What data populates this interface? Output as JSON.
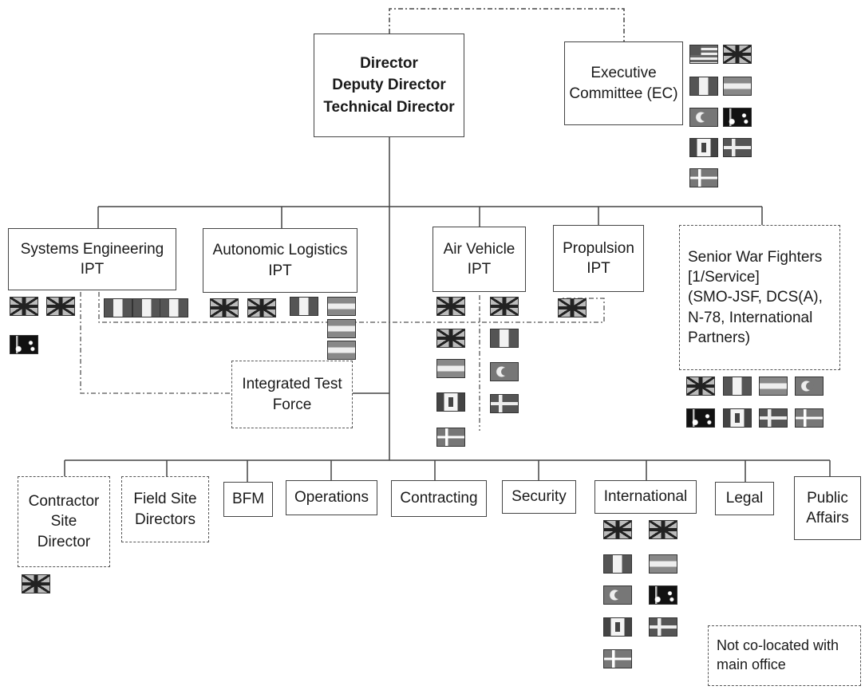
{
  "nodes": {
    "director": {
      "lines": [
        "Director",
        "Deputy Director",
        "Technical Director"
      ]
    },
    "executive_committee": {
      "lines": [
        "Executive",
        "Committee (EC)"
      ]
    },
    "systems_engineering": {
      "lines": [
        "Systems Engineering",
        "IPT"
      ]
    },
    "autonomic_logistics": {
      "lines": [
        "Autonomic Logistics",
        "IPT"
      ]
    },
    "air_vehicle": {
      "lines": [
        "Air Vehicle",
        "IPT"
      ]
    },
    "propulsion": {
      "lines": [
        "Propulsion",
        "IPT"
      ]
    },
    "senior_war_fighters": {
      "lines": [
        "Senior War Fighters",
        "[1/Service]",
        "(SMO-JSF, DCS(A),",
        "N-78, International",
        "Partners)"
      ]
    },
    "integrated_test_force": {
      "lines": [
        "Integrated Test",
        "Force"
      ]
    },
    "contractor_site_director": {
      "lines": [
        "Contractor",
        "Site",
        "Director"
      ]
    },
    "field_site_directors": {
      "lines": [
        "Field Site",
        "Directors"
      ]
    },
    "bfm": {
      "lines": [
        "BFM"
      ]
    },
    "operations": {
      "lines": [
        "Operations"
      ]
    },
    "contracting": {
      "lines": [
        "Contracting"
      ]
    },
    "security": {
      "lines": [
        "Security"
      ]
    },
    "international": {
      "lines": [
        "International"
      ]
    },
    "legal": {
      "lines": [
        "Legal"
      ]
    },
    "public_affairs": {
      "lines": [
        "Public",
        "Affairs"
      ]
    }
  },
  "legend": {
    "lines": [
      "Not co-located with",
      "main office"
    ]
  },
  "flag_groups": {
    "executive_committee": [
      "us-flag",
      "uk-flag",
      "italy-flag",
      "netherlands-flag",
      "turkey-flag",
      "australia-flag",
      "canada-flag",
      "norway-flag",
      "denmark-flag"
    ],
    "systems_engineering": [
      "uk-flag",
      "uk-flag",
      "australia-flag"
    ],
    "systems_engineering_dashed": [
      "italy-flag",
      "italy-flag",
      "italy-flag"
    ],
    "autonomic_logistics": [
      "uk-flag",
      "uk-flag",
      "italy-flag",
      "netherlands-flag",
      "netherlands-flag",
      "netherlands-flag"
    ],
    "air_vehicle": [
      "uk-flag",
      "uk-flag",
      "netherlands-flag",
      "canada-flag",
      "denmark-flag"
    ],
    "air_vehicle_dashed": [
      "uk-flag",
      "italy-flag",
      "turkey-flag",
      "norway-flag"
    ],
    "propulsion": [
      "uk-flag"
    ],
    "senior_war_fighters": [
      "uk-flag",
      "italy-flag",
      "netherlands-flag",
      "turkey-flag",
      "australia-flag",
      "canada-flag",
      "norway-flag",
      "denmark-flag"
    ],
    "contractor_site_director": [
      "uk-flag"
    ],
    "international": [
      "uk-flag",
      "uk-flag",
      "italy-flag",
      "netherlands-flag",
      "turkey-flag",
      "australia-flag",
      "canada-flag",
      "norway-flag",
      "denmark-flag"
    ]
  }
}
